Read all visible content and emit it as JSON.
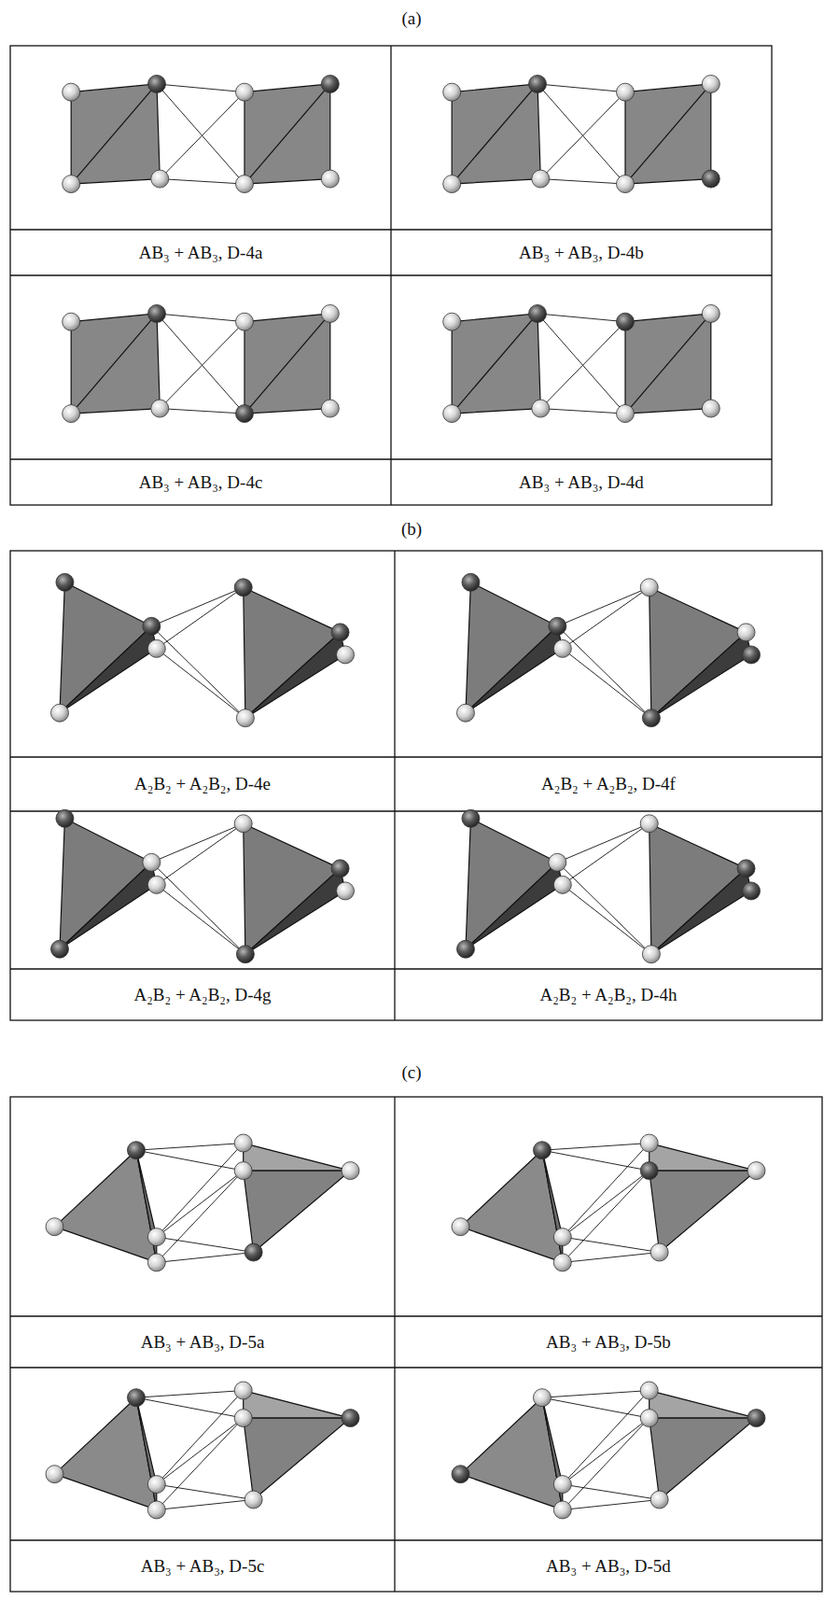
{
  "diagram": {
    "labels": [
      "(a)",
      "AB₃ + AB₃, D-4a",
      "AB₃ + AB₃, D-4b",
      "AB₃ + AB₃, D-4c",
      "AB₃ + AB₃, D-4d",
      "(b)",
      "A₂B₂ + A₂B₂, D-4e",
      "A₂B₂ + A₂B₂, D-4f",
      "A₂B₂ + A₂B₂, D-4g",
      "A₂B₂ + A₂B₂, D-4h",
      "(c)",
      "AB₃ + AB₃, D-5a",
      "AB₃ + AB₃, D-5b",
      "AB₃ + AB₃, D-5c",
      "AB₃ + AB₃, D-5d"
    ]
  }
}
